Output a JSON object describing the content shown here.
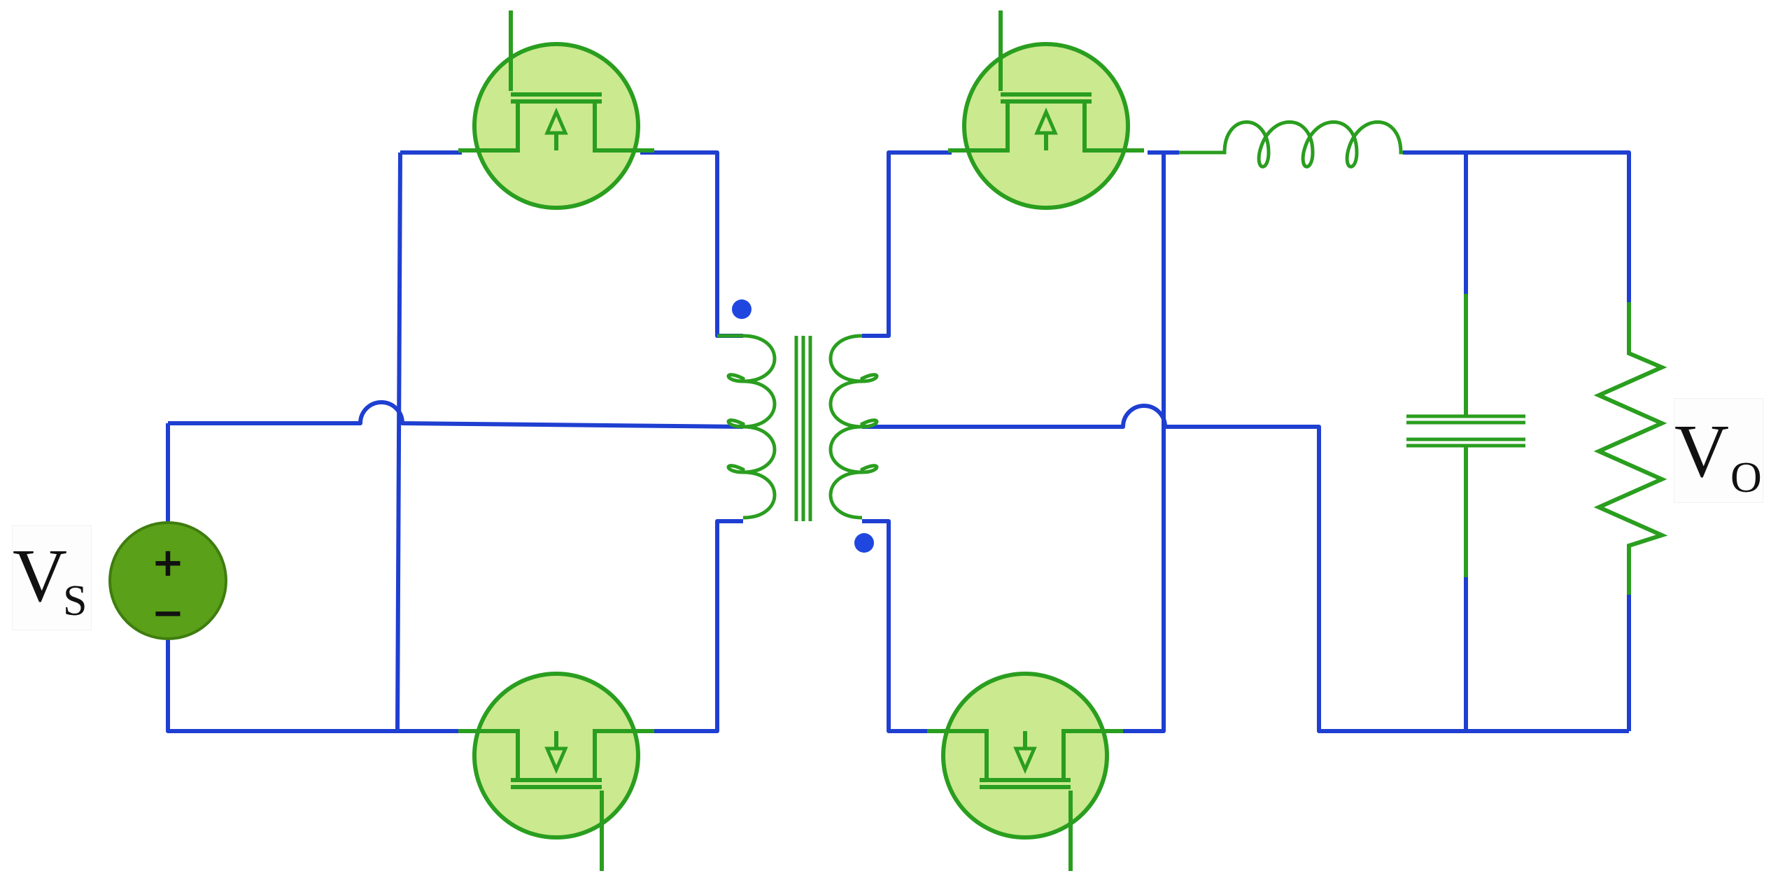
{
  "diagram": {
    "type": "circuit-schematic",
    "components": {
      "source": {
        "icon": "dc-voltage-source-icon",
        "label": "V",
        "subscript": "S",
        "plus": "+",
        "minus": "−"
      },
      "output": {
        "icon": "resistor-icon",
        "label": "V",
        "subscript": "O"
      },
      "inductor": {
        "icon": "inductor-icon"
      },
      "capacitor": {
        "icon": "capacitor-icon"
      },
      "transformer": {
        "icon": "center-tapped-transformer-icon"
      },
      "mosfets": [
        {
          "icon": "mosfet-icon",
          "position": "primary-top"
        },
        {
          "icon": "mosfet-icon",
          "position": "primary-bottom"
        },
        {
          "icon": "mosfet-icon",
          "position": "secondary-top"
        },
        {
          "icon": "mosfet-icon",
          "position": "secondary-bottom"
        }
      ]
    },
    "colors": {
      "wire": "#1f3fd1",
      "component_stroke": "#2a9e1f",
      "mosfet_fill": "#cbe98f",
      "source_fill": "#5aa018",
      "dot": "#1f47e0"
    }
  }
}
